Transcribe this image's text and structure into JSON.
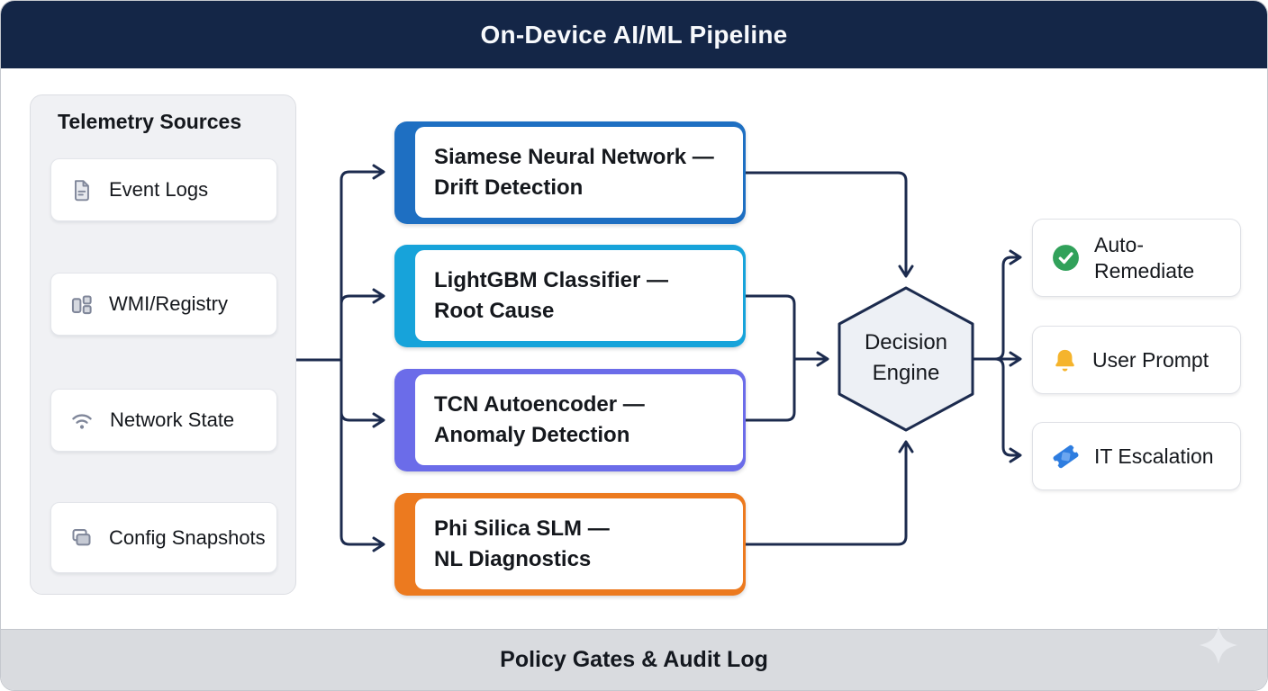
{
  "header": {
    "title": "On-Device AI/ML Pipeline"
  },
  "telemetry": {
    "title": "Telemetry Sources",
    "items": [
      {
        "label": "Event Logs",
        "icon": "document-icon"
      },
      {
        "label": "WMI/Registry",
        "icon": "registry-icon"
      },
      {
        "label": "Network State",
        "icon": "wifi-icon"
      },
      {
        "label": "Config Snapshots",
        "icon": "copy-icon"
      }
    ]
  },
  "models": [
    {
      "line1": "Siamese Neural Network —",
      "line2": "Drift Detection",
      "accent": "#1e6fc2"
    },
    {
      "line1": "LightGBM Classifier —",
      "line2": "Root Cause",
      "accent": "#17a3da"
    },
    {
      "line1": "TCN Autoencoder —",
      "line2": "Anomaly Detection",
      "accent": "#6b6ce9"
    },
    {
      "line1": "Phi Silica SLM —",
      "line2": "NL Diagnostics",
      "accent": "#ec7a1f"
    }
  ],
  "decision": {
    "line1": "Decision",
    "line2": "Engine"
  },
  "outputs": [
    {
      "label": "Auto-Remediate",
      "icon": "check-circle-icon",
      "color": "#31a15a"
    },
    {
      "label": "User Prompt",
      "icon": "bell-icon",
      "color": "#f5b42c"
    },
    {
      "label": "IT Escalation",
      "icon": "ticket-icon",
      "color": "#2e7de0"
    }
  ],
  "footer": {
    "title": "Policy Gates & Audit Log"
  },
  "colors": {
    "header_bg": "#142647",
    "connector": "#1c2b4e",
    "panel_bg": "#f0f1f4",
    "footer_bg": "#d9dbdf",
    "hexagon_fill": "#edf0f5",
    "ticket_inner": "#6ba6f0",
    "icon_gray": "#80879a"
  }
}
